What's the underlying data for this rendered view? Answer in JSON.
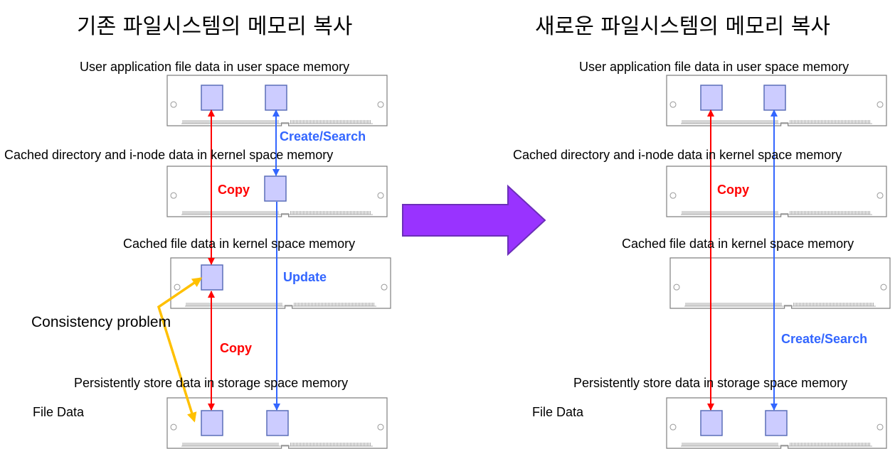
{
  "colors": {
    "copy": "#ff0000",
    "create": "#3366ff",
    "consistency": "#ffc000",
    "transition_arrow": "#9933ff",
    "block_fill": "#ccccff",
    "block_stroke": "#5b6eb8"
  },
  "left": {
    "heading": "기존 파일시스템의 메모리 복사",
    "user_label": "User application file data in user space memory",
    "dir_label": "Cached directory and i-node data in kernel space memory",
    "file_label": "Cached file data in kernel space memory",
    "storage_label": "Persistently store data in storage space memory",
    "file_data": "File Data",
    "consistency": "Consistency problem",
    "create_search": "Create/Search",
    "copy_top": "Copy",
    "update": "Update",
    "copy_bottom": "Copy"
  },
  "right": {
    "heading": "새로운 파일시스템의 메모리 복사",
    "user_label": "User application file data in user space memory",
    "dir_label": "Cached directory and i-node data in kernel space memory",
    "file_label": "Cached file data in kernel space memory",
    "storage_label": "Persistently store data in storage space memory",
    "file_data": "File Data",
    "copy": "Copy",
    "create_search": "Create/Search"
  },
  "transition_icon": "right-arrow-icon"
}
